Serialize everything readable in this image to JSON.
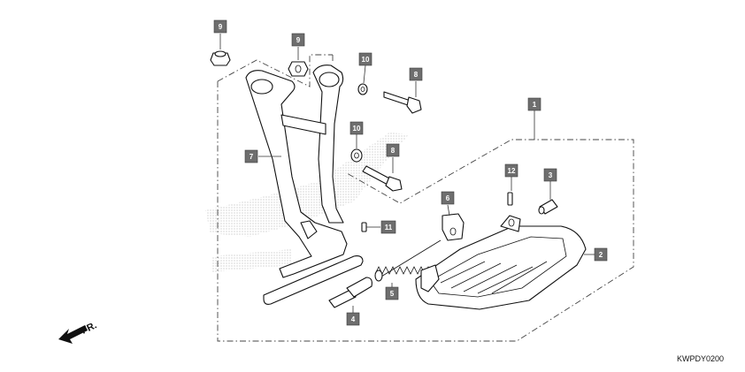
{
  "callouts": [
    {
      "id": "1",
      "label": "1"
    },
    {
      "id": "2",
      "label": "2"
    },
    {
      "id": "3",
      "label": "3"
    },
    {
      "id": "4",
      "label": "4"
    },
    {
      "id": "5",
      "label": "5"
    },
    {
      "id": "6",
      "label": "6"
    },
    {
      "id": "7",
      "label": "7"
    },
    {
      "id": "8a",
      "label": "8"
    },
    {
      "id": "8b",
      "label": "8"
    },
    {
      "id": "9a",
      "label": "9"
    },
    {
      "id": "9b",
      "label": "9"
    },
    {
      "id": "10a",
      "label": "10"
    },
    {
      "id": "10b",
      "label": "10"
    },
    {
      "id": "11",
      "label": "11"
    },
    {
      "id": "12",
      "label": "12"
    }
  ],
  "front_arrow": {
    "label": "FR."
  },
  "diagram_code": "KWPDY0200",
  "colors": {
    "callout_fill": "#6e6e6e",
    "line": "#111111",
    "watermark": "#c8c8c8"
  },
  "icons": {
    "front_arrow": "arrow-front-icon"
  }
}
